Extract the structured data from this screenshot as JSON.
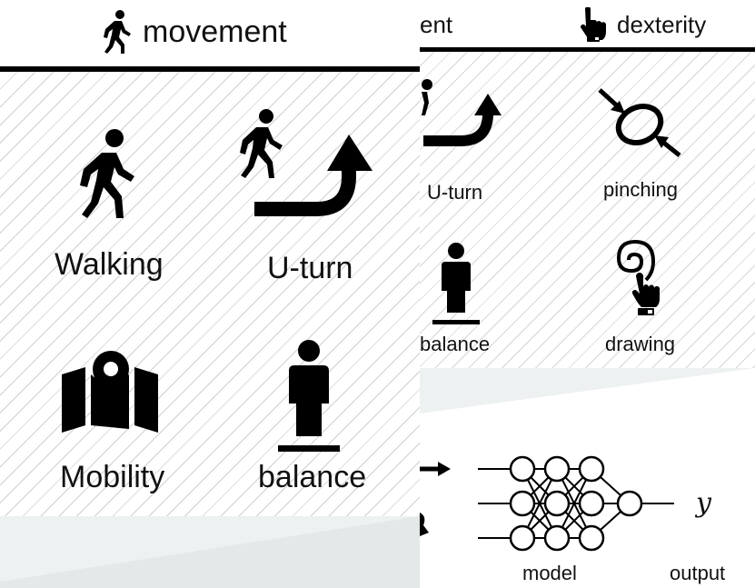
{
  "left_panel": {
    "title": "movement",
    "items": [
      {
        "label": "Walking",
        "icon": "walking-person-icon"
      },
      {
        "label": "U-turn",
        "icon": "u-turn-icon"
      },
      {
        "label": "Mobility",
        "icon": "map-pin-icon"
      },
      {
        "label": "balance",
        "icon": "standing-person-icon"
      }
    ]
  },
  "right_panel": {
    "header_fragment": "ent",
    "title": "dexterity",
    "items": [
      {
        "label": "U-turn",
        "icon": "u-turn-icon"
      },
      {
        "label": "pinching",
        "icon": "pinch-ellipse-icon"
      },
      {
        "label": "balance",
        "icon": "standing-person-icon"
      },
      {
        "label": "drawing",
        "icon": "drawing-spiral-icon"
      }
    ]
  },
  "model_section": {
    "model_label": "model",
    "output_label": "output",
    "output_symbol": "y"
  }
}
